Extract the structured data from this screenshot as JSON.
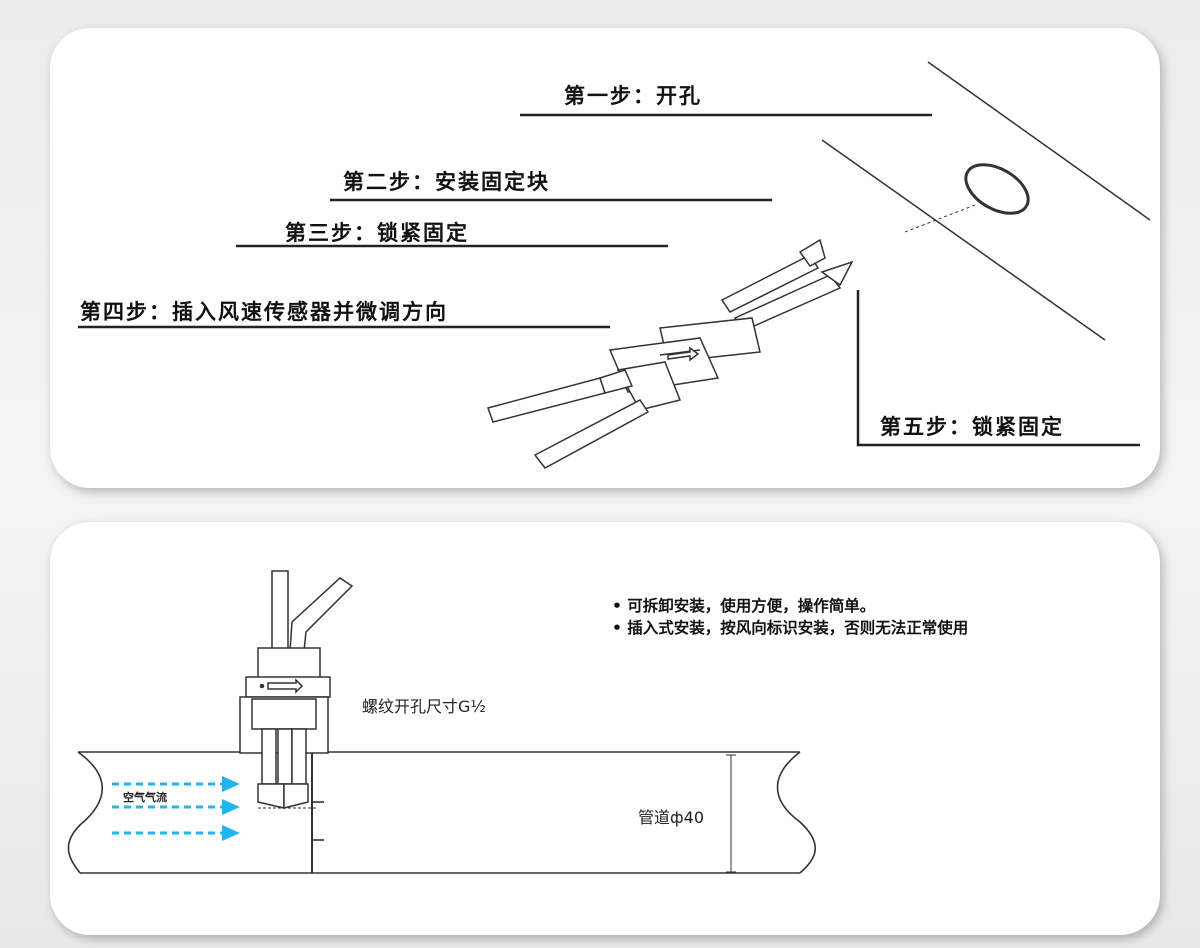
{
  "steps": [
    {
      "label": "第一步：开孔"
    },
    {
      "label": "第二步：安装固定块"
    },
    {
      "label": "第三步：锁紧固定"
    },
    {
      "label": "第四步：插入风速传感器并微调方向"
    },
    {
      "label": "第五步：锁紧固定"
    }
  ],
  "notes": [
    "• 可拆卸安装，使用方便，操作简单。",
    "• 插入式安装，按风向标识安装，否则无法正常使用"
  ],
  "labels": {
    "thread": "螺纹开孔尺寸G½",
    "pipe": "管道ф40",
    "airflow": "空气气流"
  },
  "colors": {
    "airflow_arrow": "#1fb6f0",
    "line": "#222222"
  }
}
